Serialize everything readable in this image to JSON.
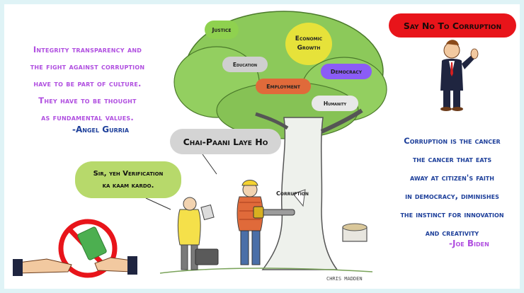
{
  "left_quote": {
    "lines": [
      "Integrity transparency and",
      "the fight against corruption",
      "have to be part of culture.",
      "They have to be thought",
      "as fundamental values."
    ],
    "author": "-Angel Gurria"
  },
  "right_quote": {
    "lines": [
      "Corruption is the cancer",
      "the cancer that eats",
      "away at citizen's faith",
      "in democracy, diminishes",
      "the instinct for innovation",
      "and creativity"
    ],
    "author": "-Joe Biden"
  },
  "banner": {
    "text": "Say No To Corruption"
  },
  "tree_bubbles": {
    "justice": "Justice",
    "economic_growth_1": "Economic",
    "economic_growth_2": "Growth",
    "education": "Education",
    "democracy": "Democracy",
    "employment": "Employment",
    "humanity": "Humanity"
  },
  "speech": {
    "chai": "Chai-Paani Laye Ho",
    "sir_1": "Sir, yeh Verification",
    "sir_2": "ka kaam kardo."
  },
  "cartoon": {
    "saw_label": "Corruption",
    "signature": "CHRIS MADDEN"
  },
  "colors": {
    "left_quote_text": "#b04fe0",
    "right_quote_text": "#1d3f9a",
    "banner_bg": "#e8141a",
    "page_border": "#dff3f6"
  }
}
